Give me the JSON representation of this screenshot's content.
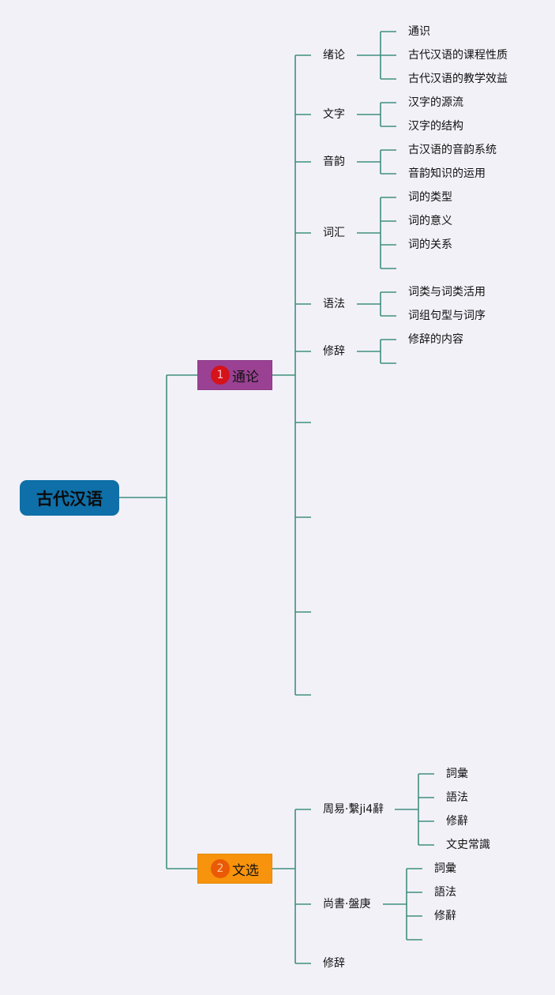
{
  "root": {
    "label": "古代汉语"
  },
  "branches": [
    {
      "badge": "1",
      "label": "通论",
      "children": [
        {
          "label": "绪论",
          "children": [
            "通识",
            "古代汉语的课程性质",
            "古代汉语的教学效益"
          ]
        },
        {
          "label": "文字",
          "children": [
            "汉字的源流",
            "汉字的结构"
          ]
        },
        {
          "label": "音韵",
          "children": [
            "古汉语的音韵系统",
            "音韵知识的运用"
          ]
        },
        {
          "label": "词汇",
          "children": [
            "词的类型",
            "词的意义",
            "词的关系",
            ""
          ]
        },
        {
          "label": "语法",
          "children": [
            "词类与词类活用",
            "词组句型与词序"
          ]
        },
        {
          "label": "修辞",
          "children": [
            "修辞的内容",
            ""
          ]
        },
        {
          "label": "",
          "children": []
        },
        {
          "label": "",
          "children": []
        },
        {
          "label": "",
          "children": []
        },
        {
          "label": "",
          "children": []
        }
      ]
    },
    {
      "badge": "2",
      "label": "文选",
      "children": [
        {
          "label": "周易·繫ji4辭",
          "children": [
            "詞彙",
            "語法",
            "修辭",
            "文史常識"
          ]
        },
        {
          "label": "尚書·盤庚",
          "children": [
            "詞彙",
            "語法",
            "修辭",
            ""
          ]
        },
        {
          "label": "修辞",
          "children": []
        }
      ]
    }
  ],
  "colors": {
    "background": "#f2f1f8",
    "connector": "#3f8f7f",
    "root_fill": "#0f6fa8",
    "branch1_fill": "#9b4193",
    "branch1_badge": "#d6121b",
    "branch2_fill": "#f7930c",
    "branch2_badge": "#ea5a06"
  }
}
